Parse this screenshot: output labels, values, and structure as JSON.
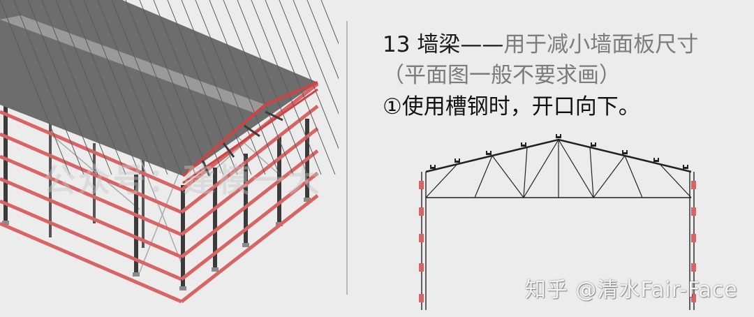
{
  "heading": {
    "number": "13",
    "title": "墙梁",
    "dash": "——",
    "description": "用于减小墙面板尺寸"
  },
  "note": "（平面图一般不要求画）",
  "point_1": "①使用槽钢时，开口向下。",
  "watermark": "知乎 @清水Fair-Face",
  "overlay_watermark": "公众号：建模一大",
  "colors": {
    "roof": "#6d6d6d",
    "steel": "#3b3b3b",
    "wall_girt": "#d86464",
    "background": "#ececec"
  }
}
